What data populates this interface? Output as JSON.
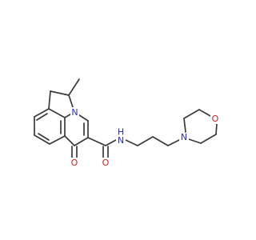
{
  "structure": {
    "atoms": {
      "ring_nitrogen": {
        "label": "N",
        "color": "#2b2bd6"
      },
      "ketone_oxygen": {
        "label": "O",
        "color": "#d62020"
      },
      "amide_oxygen": {
        "label": "O",
        "color": "#d62020"
      },
      "amide_nh": {
        "label": "N",
        "color": "#2b2bd6"
      },
      "amide_h": {
        "label": "H",
        "color": "#2b2bd6"
      },
      "morpholine_n": {
        "label": "N",
        "color": "#2b2bd6"
      },
      "morpholine_o": {
        "label": "O",
        "color": "#d62020"
      }
    },
    "bond_color": "#3a3a3a",
    "background": "#ffffff"
  }
}
